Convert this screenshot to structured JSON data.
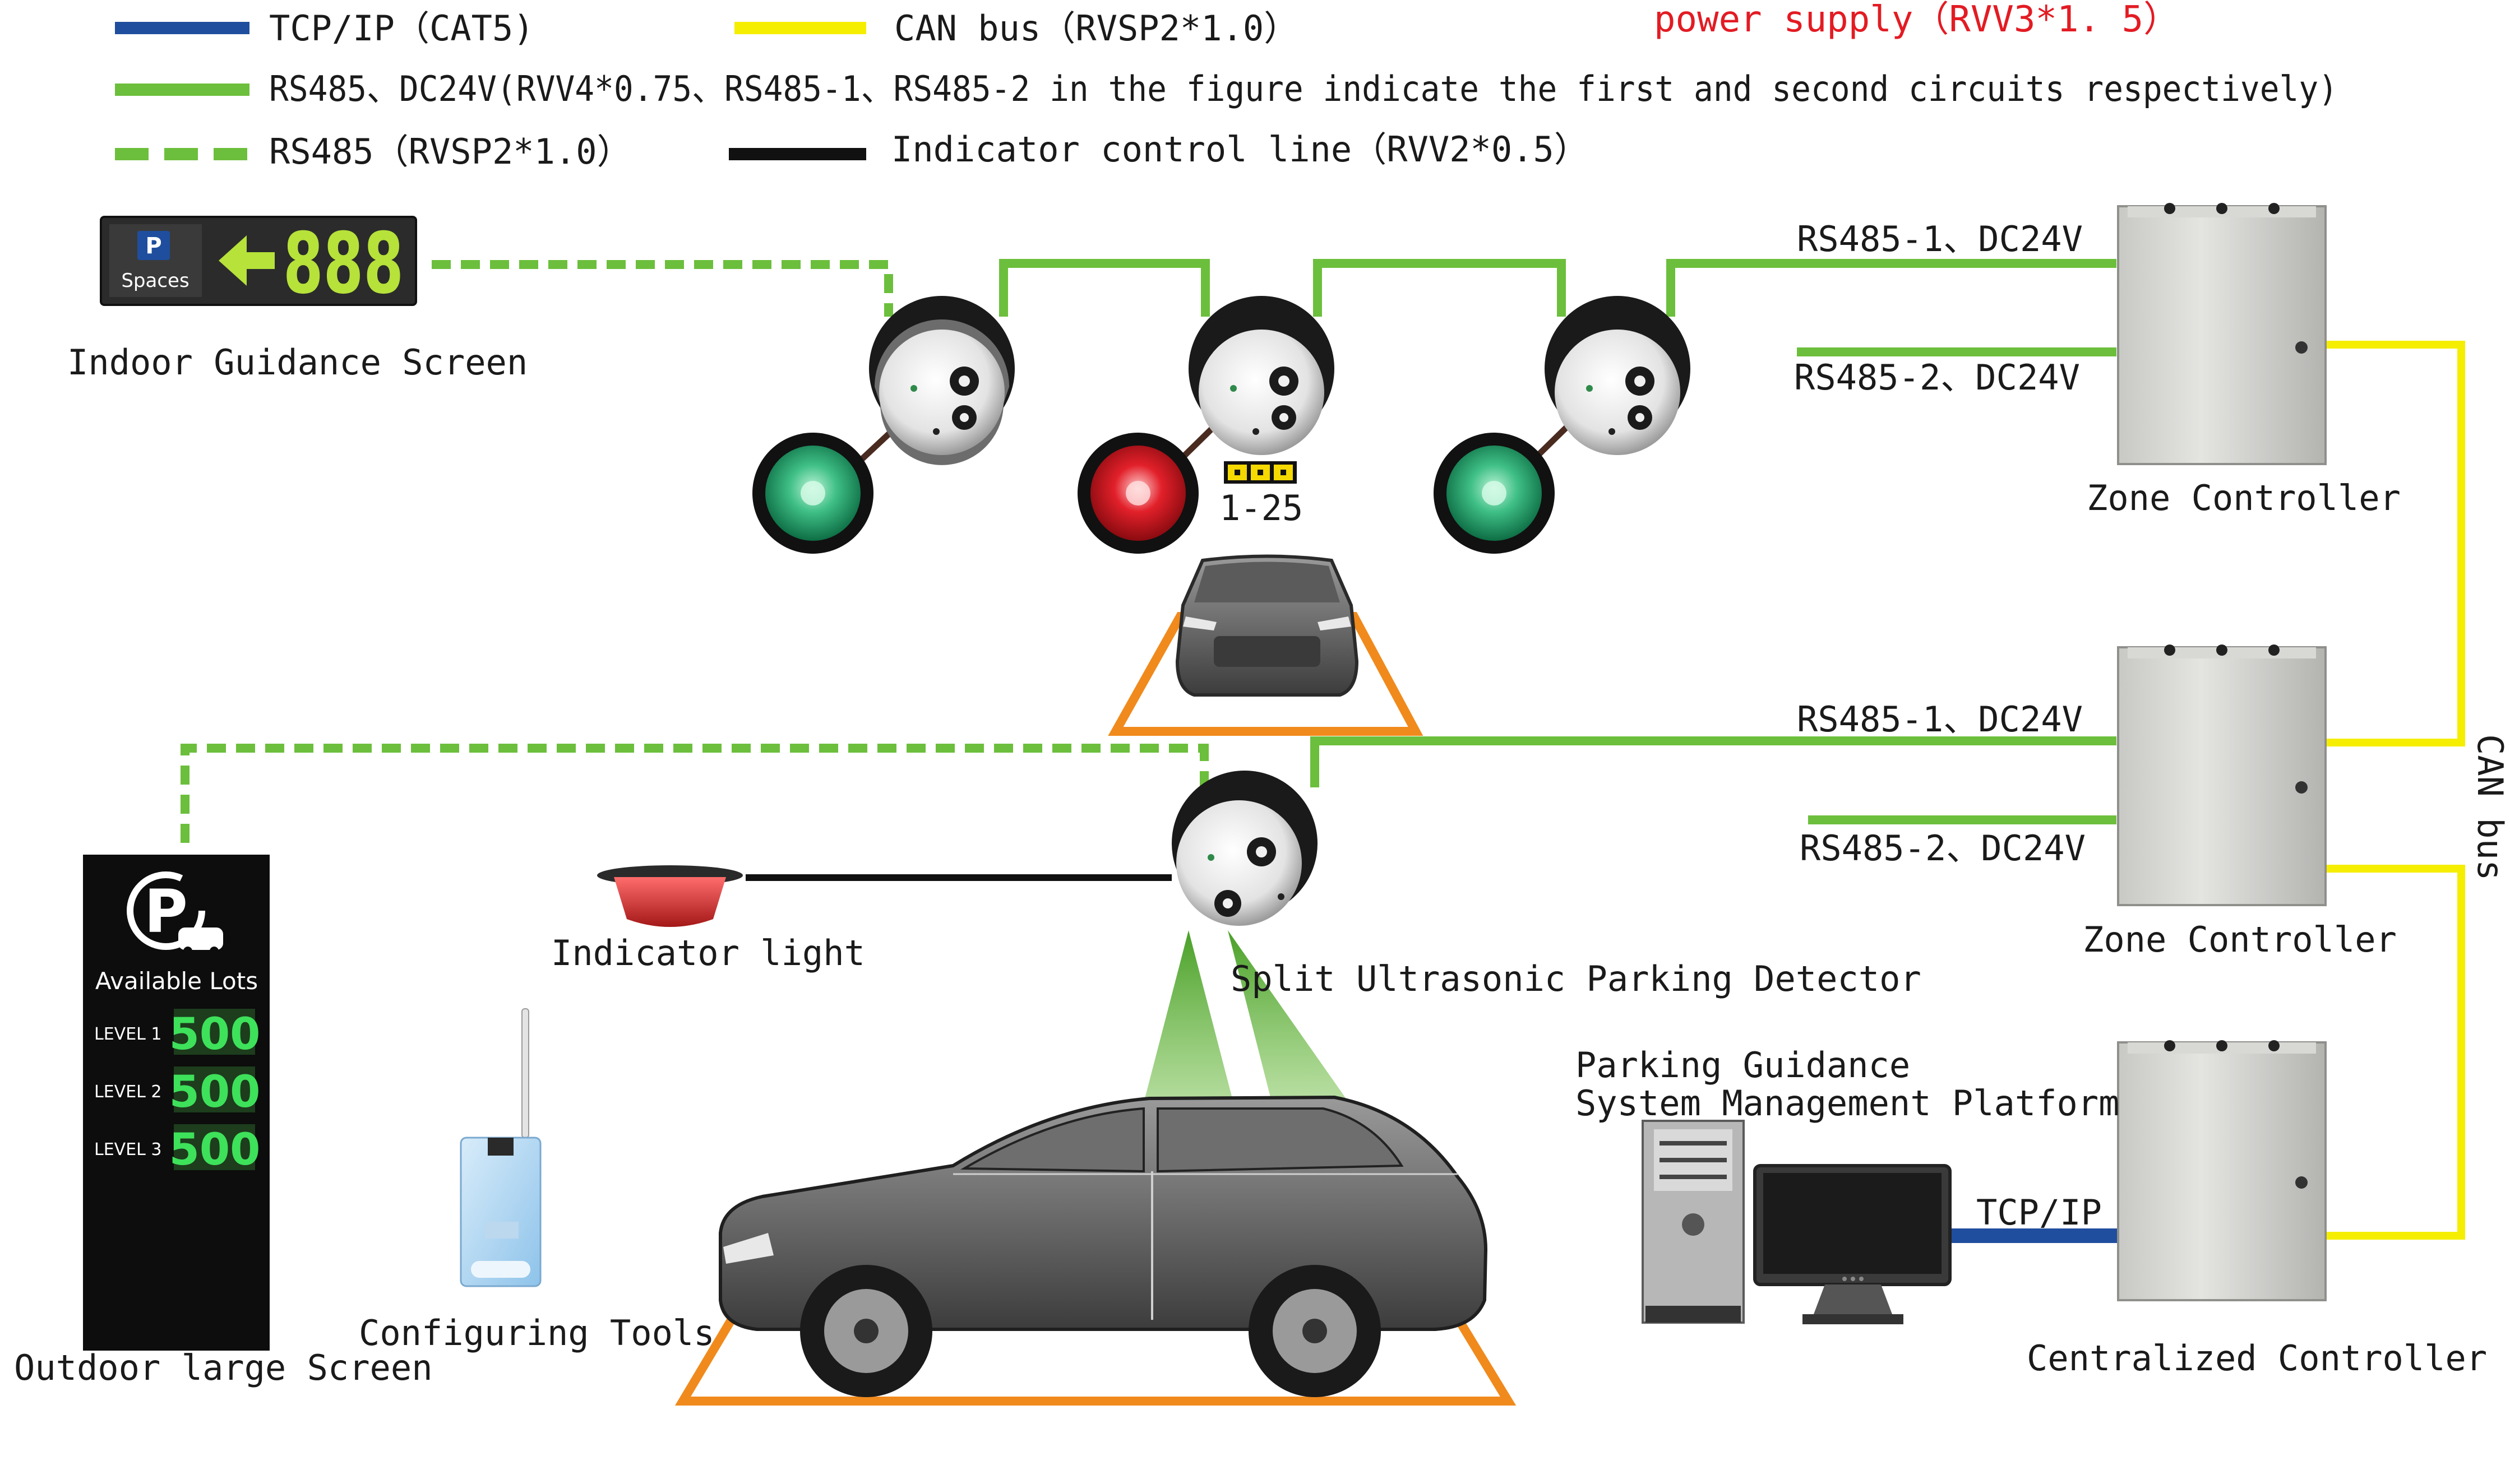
{
  "legend": {
    "tcpip": {
      "label": "TCP/IP（CAT5)",
      "color": "#1f4e9e"
    },
    "can_bus": {
      "label": "CAN bus（RVSP2*1.0）",
      "color": "#f5ee00"
    },
    "power_supply": {
      "label": "power supply（RVV3*1. 5）",
      "color": "#e31b23"
    },
    "rs485_dc24v": {
      "label": "RS485、DC24V(RVV4*0.75、RS485-1、RS485-2 in the figure indicate the first and second circuits respectively)",
      "color": "#6cbf3c"
    },
    "rs485_dashed": {
      "label": "RS485（RVSP2*1.0）",
      "color": "#6cbf3c"
    },
    "indicator_line": {
      "label": "Indicator control line（RVV2*0.5）",
      "color": "#111111"
    }
  },
  "indoor_screen": {
    "p_icon": "P",
    "spaces": "Spaces",
    "arrow_icon": "left-arrow-icon",
    "number": "888",
    "caption": "Indoor Guidance Screen"
  },
  "address_range": "1-25",
  "zone_controller_1": {
    "rs485_1": "RS485-1、DC24V",
    "rs485_2": "RS485-2、DC24V",
    "caption": "Zone Controller"
  },
  "zone_controller_2": {
    "rs485_1": "RS485-1、DC24V",
    "rs485_2": "RS485-2、DC24V",
    "caption": "Zone Controller"
  },
  "can_bus_label": "CAN bus",
  "centralized_controller": {
    "caption": "Centralized Controller"
  },
  "platform": {
    "line1": "Parking Guidance",
    "line2": "System Management Platform",
    "tcpip": "TCP/IP"
  },
  "detector_caption": "Split Ultrasonic Parking Detector",
  "indicator_caption": "Indicator light",
  "config_caption": "Configuring Tools",
  "outdoor_screen": {
    "title": "Available Lots",
    "levels": [
      {
        "label": "LEVEL 1",
        "value": "500"
      },
      {
        "label": "LEVEL 2",
        "value": "500"
      },
      {
        "label": "LEVEL 3",
        "value": "500"
      }
    ],
    "caption": "Outdoor large Screen"
  },
  "colors": {
    "green": "#6cbf3c",
    "yellow": "#f5ee00",
    "blue": "#1f4e9e",
    "orange": "#f08a1c",
    "red": "#e31b23",
    "digit_green": "#b6e23a"
  }
}
